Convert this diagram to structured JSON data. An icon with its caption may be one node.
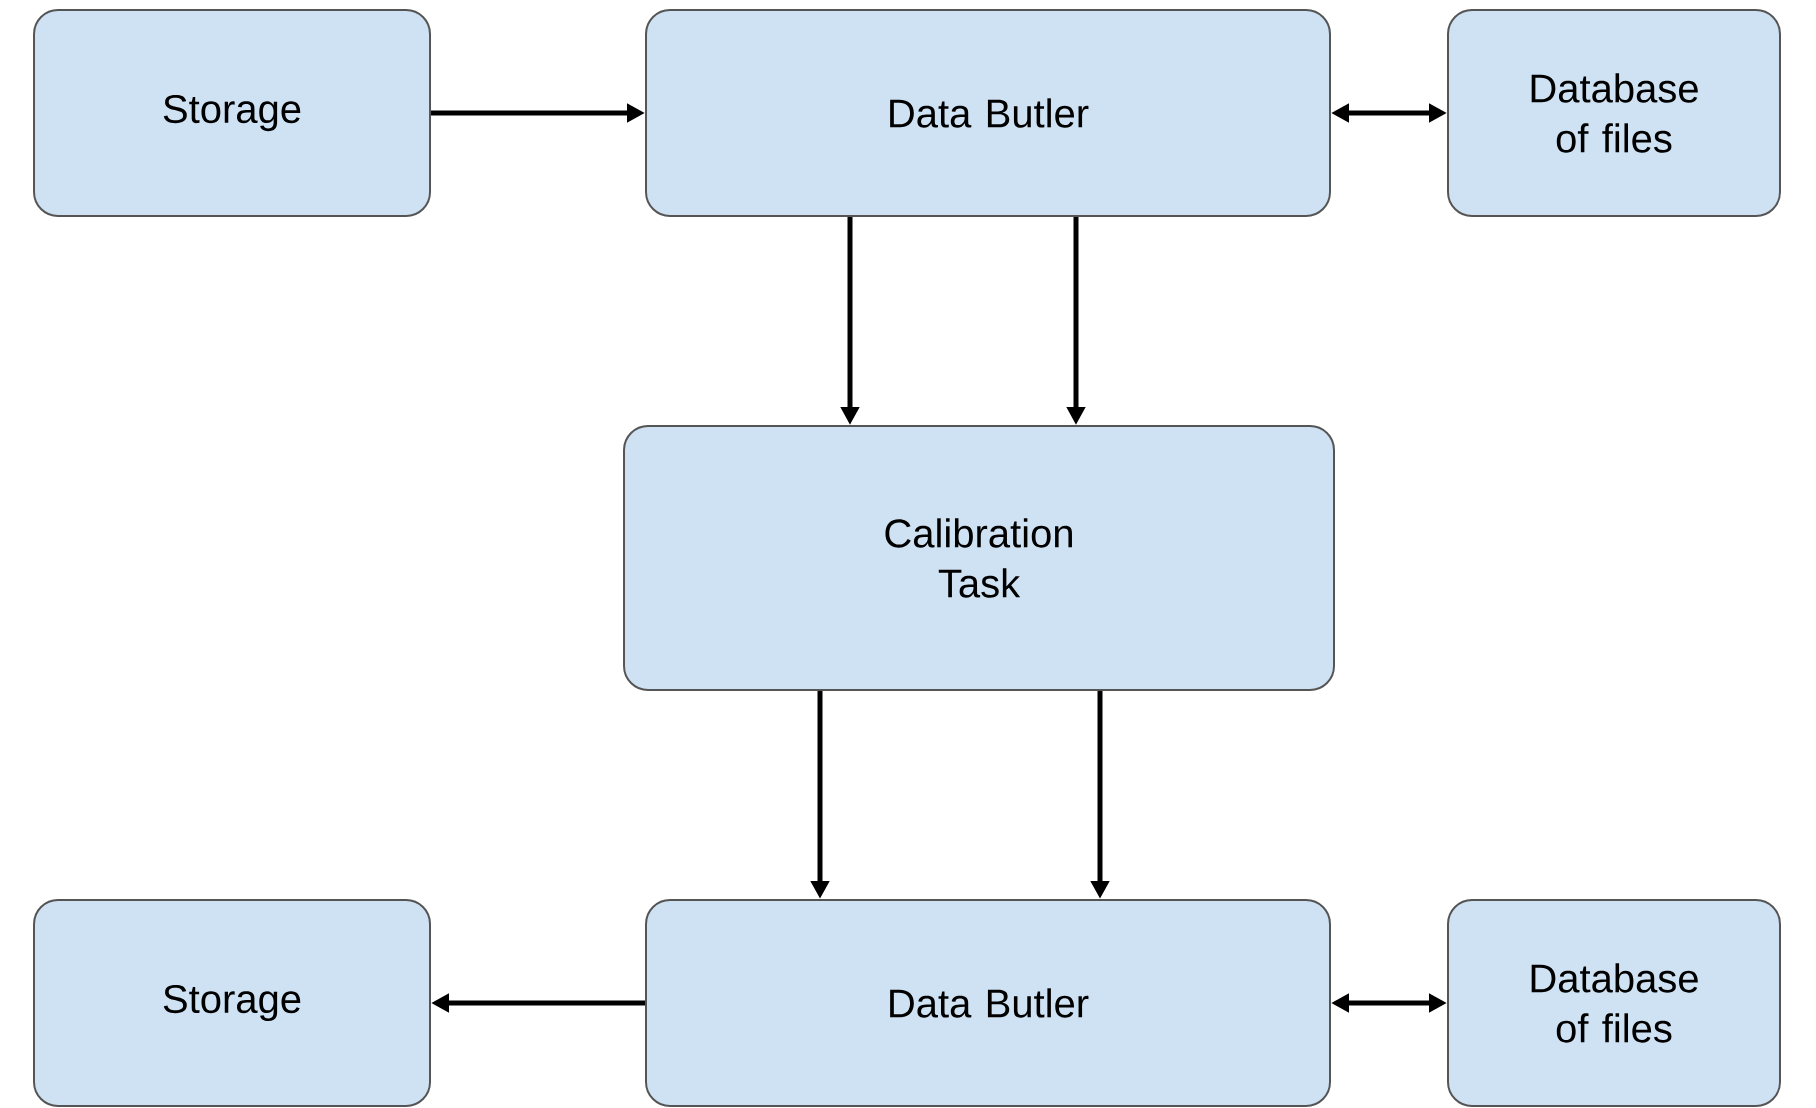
{
  "diagram": {
    "nodes": [
      {
        "text": [
          "Storage"
        ]
      },
      {
        "text": [
          "Data Butler"
        ]
      },
      {
        "text": [
          "Database of files"
        ]
      },
      {
        "text": [
          "Calibration Task"
        ]
      },
      {
        "text": [
          "Storage"
        ]
      },
      {
        "text": [
          "Data Butler"
        ]
      },
      {
        "text": [
          "Database of files"
        ]
      }
    ],
    "edges": [
      {
        "from": 0,
        "to": 1,
        "arrow": "to"
      },
      {
        "from": 1,
        "to": 2,
        "arrow": "both"
      },
      {
        "from": 1,
        "to": 3,
        "arrow": "to"
      },
      {
        "from": 1,
        "to": 3,
        "arrow": "to"
      },
      {
        "from": 3,
        "to": 5,
        "arrow": "to"
      },
      {
        "from": 3,
        "to": 5,
        "arrow": "to"
      },
      {
        "from": 5,
        "to": 4,
        "arrow": "to"
      },
      {
        "from": 5,
        "to": 6,
        "arrow": "both"
      }
    ]
  }
}
